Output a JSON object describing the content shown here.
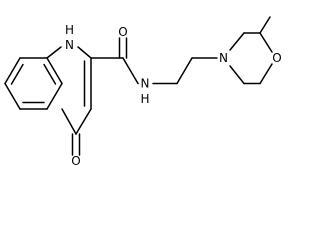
{
  "atom_labels": {
    "ring_nh": "H",
    "ring_n": "N",
    "carbonyl_o": "O",
    "ketone_o": "O",
    "amide_nh": "H",
    "amide_n": "N",
    "morpholine_n": "N",
    "morpholine_o": "O"
  }
}
